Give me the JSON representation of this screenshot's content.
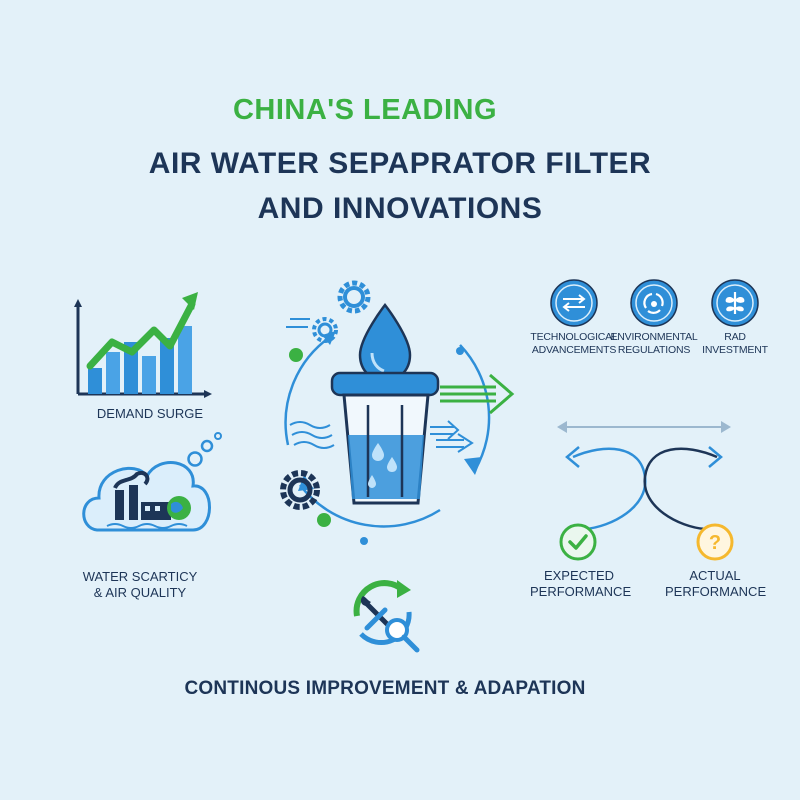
{
  "header": {
    "line1": "CHINA'S LEADING",
    "line2": "AIR WATER SEPAPRATOR FILTER",
    "line3": "AND INNOVATIONS"
  },
  "left": {
    "demand_label": "DEMAND SURGE",
    "water_label_1": "WATER SCARTICY",
    "water_label_2": "& AIR QUALITY"
  },
  "drivers": [
    {
      "label_1": "TECHNOLOGICAL",
      "label_2": "ADVANCEMENTS"
    },
    {
      "label_1": "ENVIRONMENTAL",
      "label_2": "REGULATIONS"
    },
    {
      "label_1": "RAD",
      "label_2": "INVESTMENT"
    }
  ],
  "performance": {
    "expected_1": "EXPECTED",
    "expected_2": "PERFORMANCE",
    "actual_1": "ACTUAL",
    "actual_2": "PERFORMANCE"
  },
  "footer": {
    "text": "CONTINOUS IMPROVEMENT & ADAPATION"
  },
  "colors": {
    "background": "#e3f1f9",
    "green": "#3bb143",
    "navy": "#1d3557",
    "blue": "#2f8fd8",
    "yellow": "#f5b82e"
  }
}
